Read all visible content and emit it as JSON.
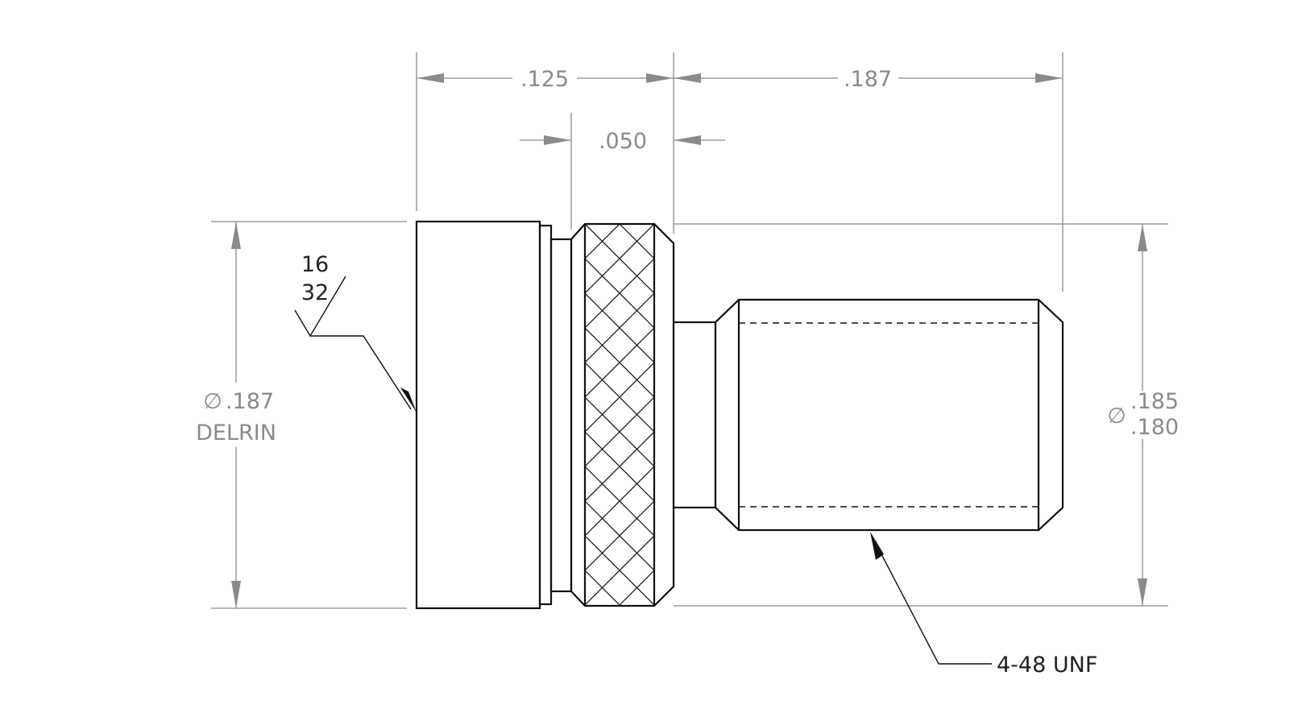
{
  "dimensions": {
    "overall_length_left": ".125",
    "overall_length_right": ".187",
    "knurl_width": ".050",
    "left_diameter_symbol": "∅",
    "left_diameter_value": ".187",
    "material": "DELRIN",
    "right_diameter_symbol": "∅",
    "right_diameter_upper": ".185",
    "right_diameter_lower": ".180"
  },
  "surface_finish": {
    "upper": "16",
    "lower": "32"
  },
  "thread_callout": "4-48 UNF",
  "colors": {
    "dimension_gray": "#8a8a8a",
    "part_line": "#111111",
    "background": "#ffffff"
  }
}
